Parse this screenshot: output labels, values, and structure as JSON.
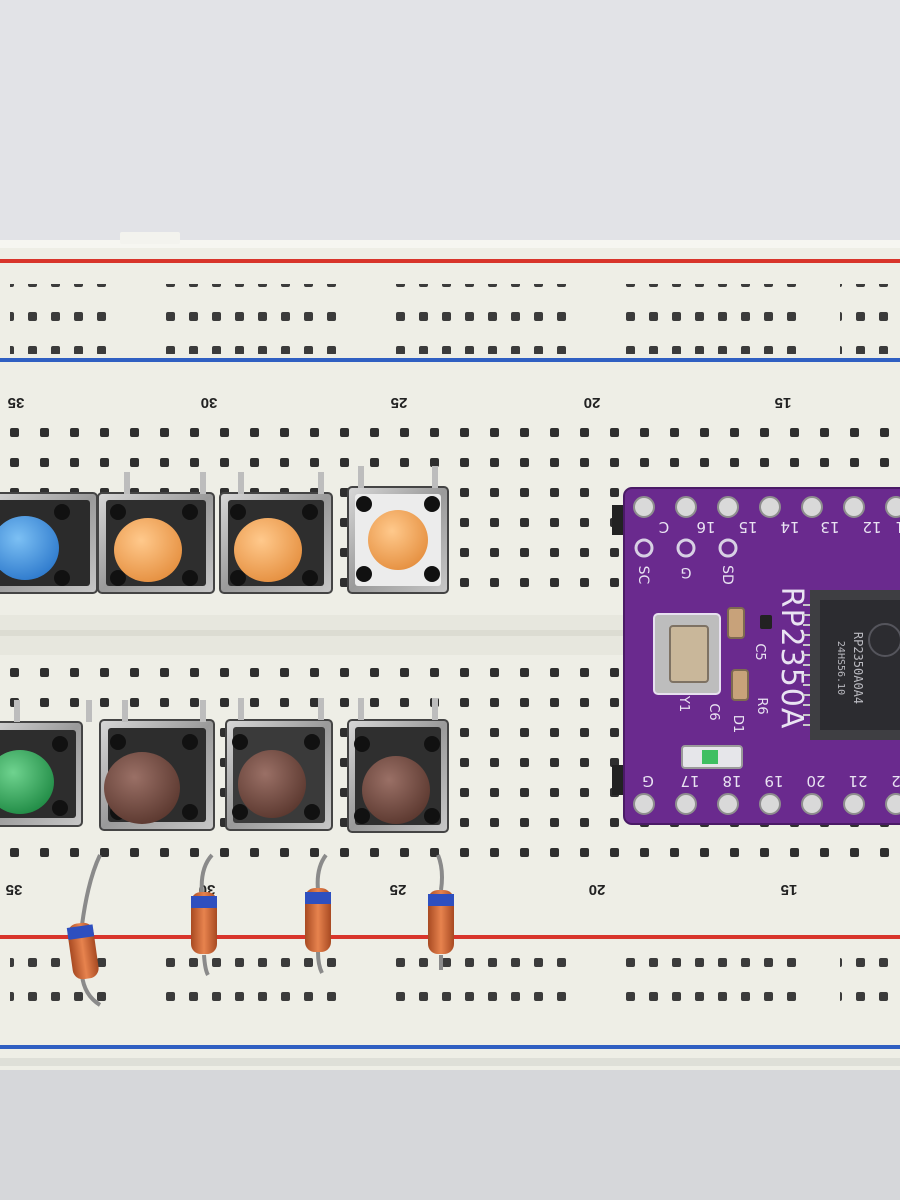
{
  "photo": {
    "subject": "breadboard",
    "colors": {
      "background": "#e4e5e8",
      "board": "#eeeee6",
      "rail_red": "#d8352b",
      "rail_blue": "#2f5fc2",
      "pcb_purple": "#6a2a8e",
      "cap_blue": "#3a8ad8",
      "cap_orange": "#f0a35c",
      "cap_green": "#2fa35a",
      "cap_brown": "#6b4439"
    }
  },
  "breadboard": {
    "top_column_labels": [
      "35",
      "30",
      "25",
      "20",
      "15"
    ],
    "bottom_column_labels": [
      "35",
      "30",
      "25",
      "20",
      "15"
    ]
  },
  "buttons": {
    "top_row_caps": [
      "blue",
      "orange",
      "orange",
      "orange"
    ],
    "bottom_row_caps": [
      "green",
      "brown",
      "brown",
      "brown"
    ]
  },
  "diodes": {
    "count": 4
  },
  "pcb": {
    "board_label": "RP2350A",
    "chip_text_line1": "RP2350A0A4",
    "chip_text_line2": "24HS56.10",
    "top_pin_labels": [
      "C",
      "16",
      "15",
      "14",
      "13",
      "12",
      "1"
    ],
    "top_side_labels": [
      "SC",
      "G",
      "SD"
    ],
    "bottom_pin_labels": [
      "G",
      "17",
      "18",
      "19",
      "20",
      "21",
      "2"
    ],
    "component_labels": [
      "C5",
      "R6",
      "Y1",
      "C6",
      "D1"
    ]
  }
}
